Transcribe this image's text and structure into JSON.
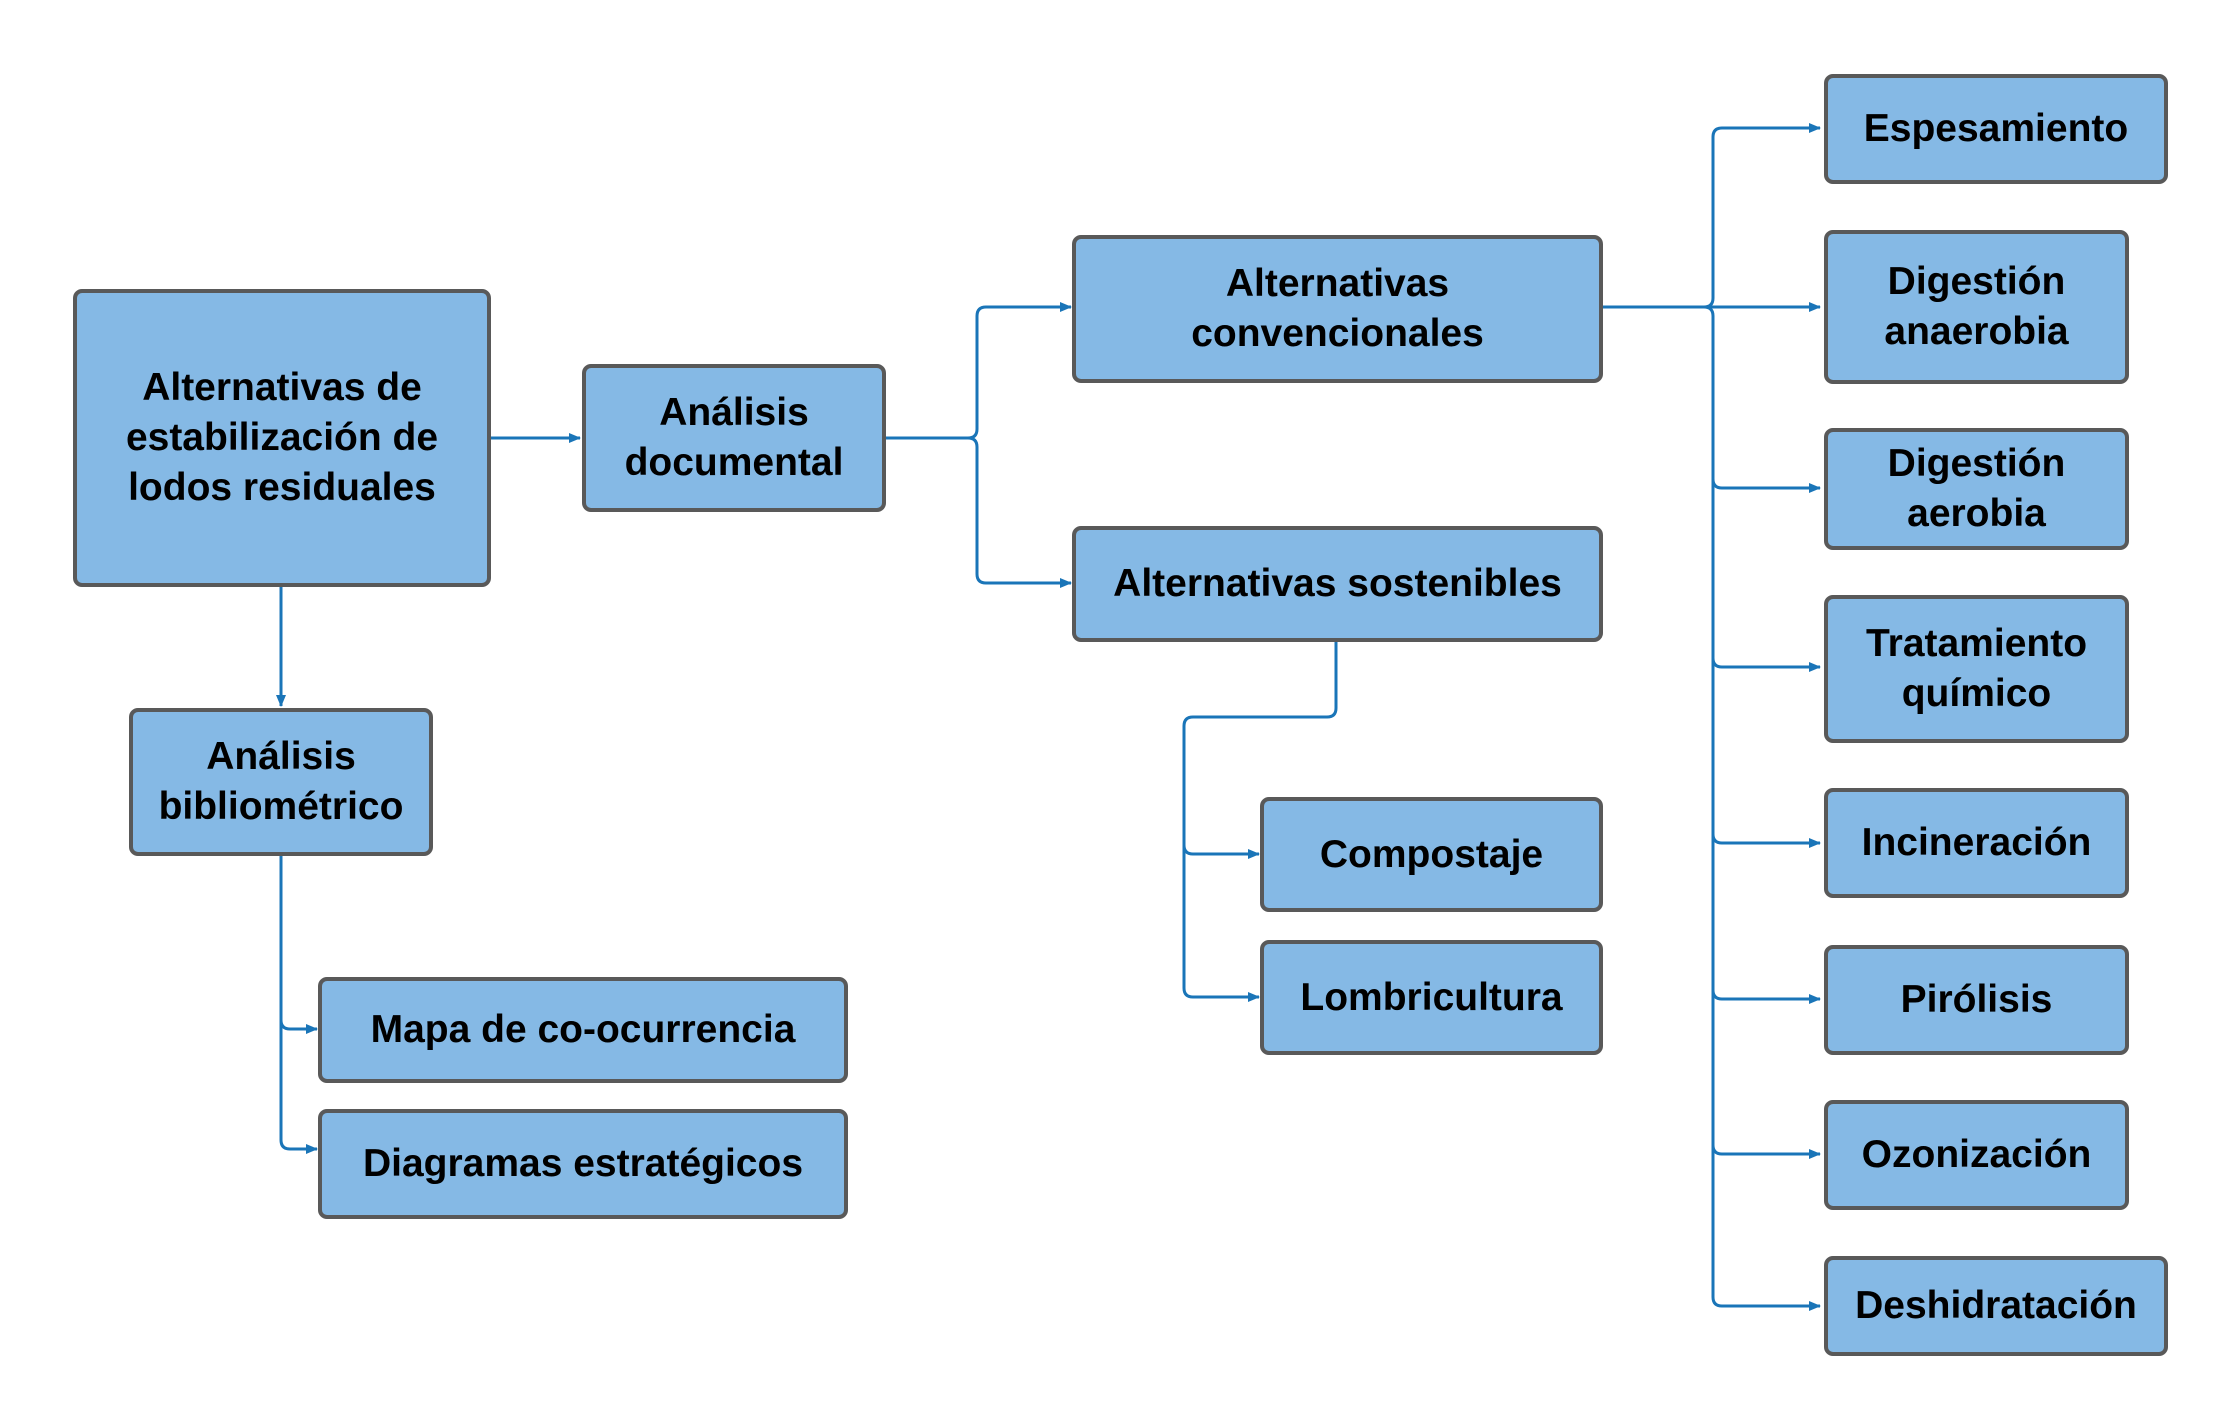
{
  "diagram": {
    "colors": {
      "box_fill": "#85b9e5",
      "box_border": "#595959",
      "connector": "#1a75b8",
      "text": "#000000"
    },
    "nodes": {
      "root": "Alternativas de\nestabilización de\nlodos residuales",
      "analisis_documental": "Análisis\ndocumental",
      "analisis_bibliometrico": "Análisis\nbibliométrico",
      "mapa_coocurrencia": "Mapa de co-ocurrencia",
      "diagramas_estrategicos": "Diagramas estratégicos",
      "alternativas_convencionales": "Alternativas\nconvencionales",
      "alternativas_sostenibles": "Alternativas sostenibles",
      "compostaje": "Compostaje",
      "lombricultura": "Lombricultura",
      "espesamiento": "Espesamiento",
      "digestion_anaerobia": "Digestión\nanaerobia",
      "digestion_aerobia": "Digestión\naerobia",
      "tratamiento_quimico": "Tratamiento\nquímico",
      "incineracion": "Incineración",
      "pirolisis": "Pirólisis",
      "ozonizacion": "Ozonización",
      "deshidratacion": "Deshidratación"
    }
  }
}
